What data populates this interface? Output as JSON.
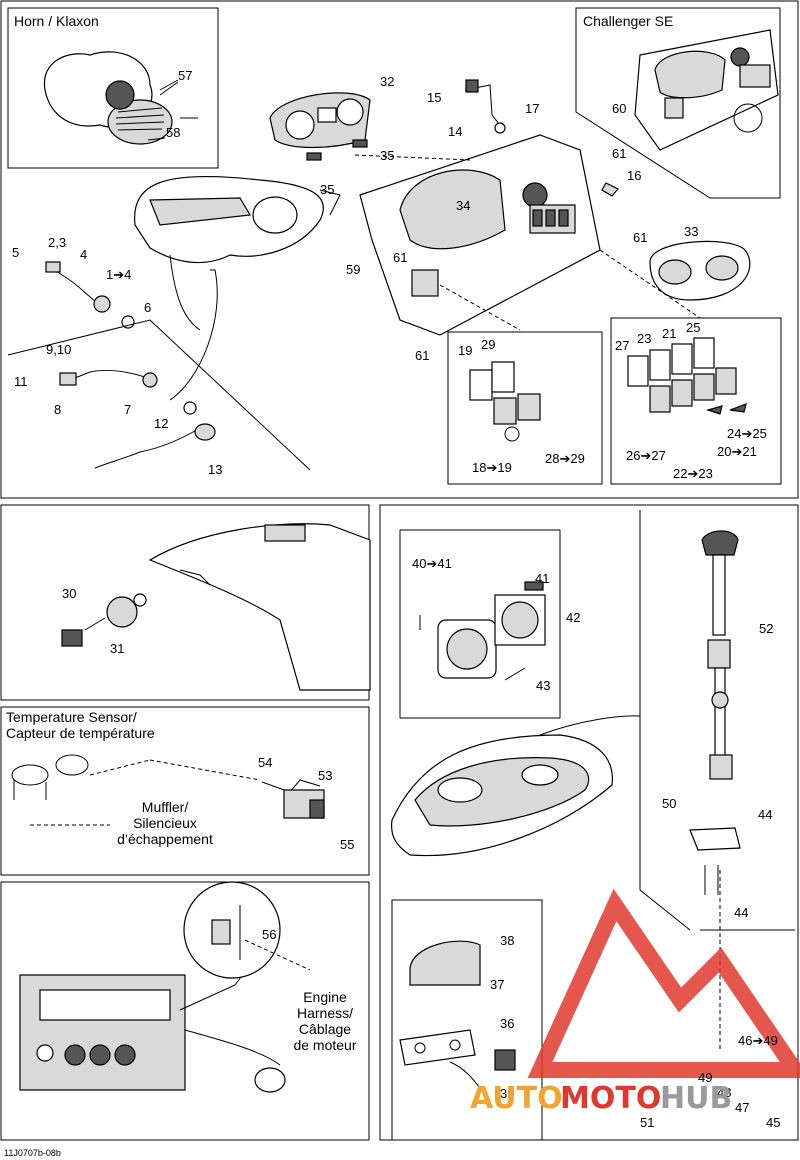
{
  "panels": {
    "horn": {
      "title": "Horn  / Klaxon"
    },
    "challenger": {
      "title": "Challenger SE"
    },
    "temperature": {
      "title_line1": "Temperature Sensor/",
      "title_line2": "Capteur de température",
      "muffler_line1": "Muffler/",
      "muffler_line2": "Silencieux",
      "muffler_line3": "d’échappement"
    },
    "engine": {
      "harness_line1": "Engine",
      "harness_line2": "Harness/",
      "harness_line3": "Câblage",
      "harness_line4": "de moteur"
    }
  },
  "callouts": {
    "c57": "57",
    "c58": "58",
    "c32": "32",
    "c15": "15",
    "c17": "17",
    "c14": "14",
    "c35a": "35",
    "c35b": "35",
    "c16": "16",
    "c61a": "61",
    "c61b": "61",
    "c61c": "61",
    "c61d": "61",
    "c34": "34",
    "c60": "60",
    "c33": "33",
    "c59": "59",
    "c5": "5",
    "c23": "2,3",
    "c4": "4",
    "c1to4": "1➔4",
    "c6": "6",
    "c910": "9,10",
    "c11": "11",
    "c8": "8",
    "c7": "7",
    "c12": "12",
    "c13": "13",
    "c19": "19",
    "c29": "29",
    "c18to19": "18➔19",
    "c28to29": "28➔29",
    "c27": "27",
    "c23b": "23",
    "c21": "21",
    "c25": "25",
    "c26to27": "26➔27",
    "c22to23": "22➔23",
    "c20to21": "20➔21",
    "c24to25": "24➔25",
    "c30": "30",
    "c31": "31",
    "c40to41": "40➔41",
    "c41": "41",
    "c42": "42",
    "c43": "43",
    "c52": "52",
    "c50": "50",
    "c44a": "44",
    "c44b": "44",
    "c54": "54",
    "c53": "53",
    "c55": "55",
    "c56": "56",
    "c38": "38",
    "c37": "37",
    "c36": "36",
    "c39": "39",
    "c46to49": "46➔49",
    "c49": "49",
    "c48": "48",
    "c47": "47",
    "c51": "51",
    "c45": "45"
  },
  "footer": {
    "code": "11J0707b-08b"
  },
  "watermark": {
    "part1": "AUTO",
    "part2": "MOTO",
    "part3": "HUB",
    "color_red": "#e0382d",
    "color_orange": "#f0a531",
    "color_gray": "#9a9a9a"
  }
}
